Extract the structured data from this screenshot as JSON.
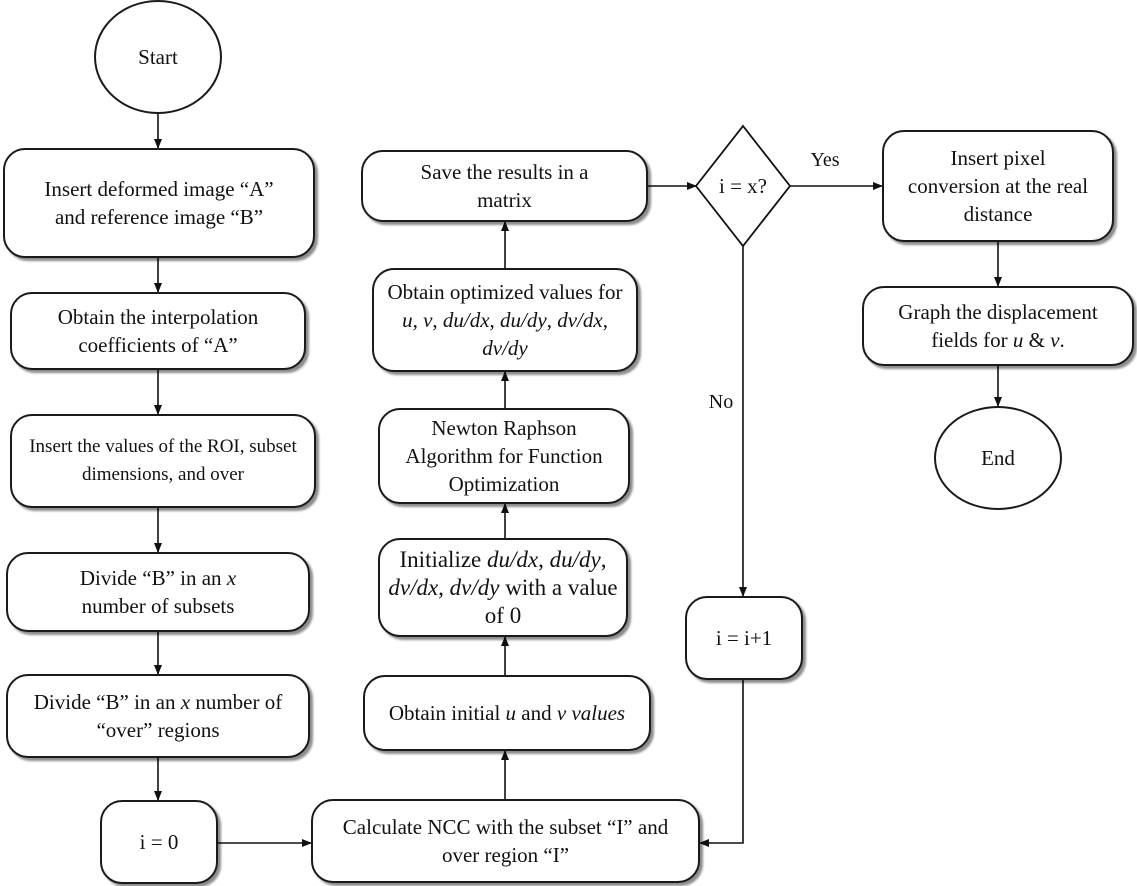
{
  "nodes": {
    "start": "Start",
    "insert_images": "Insert deformed image “A” and reference image “B”",
    "interp_coeffs": "Obtain the interpolation coefficients of “A”",
    "insert_roi": "Insert the values of the ROI, subset dimensions, and over",
    "divide_subsets": {
      "prefix": "Divide “B” in an ",
      "var": "x",
      "suffix": " number of subsets"
    },
    "divide_over": {
      "prefix": "Divide “B” in an ",
      "var": "x",
      "suffix": " number of “over” regions"
    },
    "i_zero": "i = 0",
    "calc_ncc": "Calculate NCC with the subset “I” and over region “I”",
    "initial_uv": {
      "prefix": "Obtain initial ",
      "u": "u",
      "and": " and ",
      "v": "v",
      "suffix": " values"
    },
    "initialize": {
      "word": "Initialize ",
      "terms": [
        "du/dx",
        "du/dy",
        "dv/dx",
        "dv/dy"
      ],
      "sep": ", ",
      "tail": "with a value of 0"
    },
    "newton": "Newton Raphson Algorithm for Function Optimization",
    "optimized": {
      "prefix": "Obtain optimized values for ",
      "terms": [
        "u",
        "v",
        "du/dx",
        "du/dy",
        "dv/dx",
        "dv/dy"
      ],
      "sep": ", "
    },
    "save_results": "Save the results in a matrix",
    "decision": "i = x?",
    "increment": "i = i+1",
    "pixel_conversion": "Insert pixel conversion at the real distance",
    "graph": {
      "prefix": "Graph the displacement fields for ",
      "u": "u",
      "amp": " & ",
      "v": "v",
      "suffix": "."
    },
    "end": "End"
  },
  "labels": {
    "yes": "Yes",
    "no": "No"
  }
}
